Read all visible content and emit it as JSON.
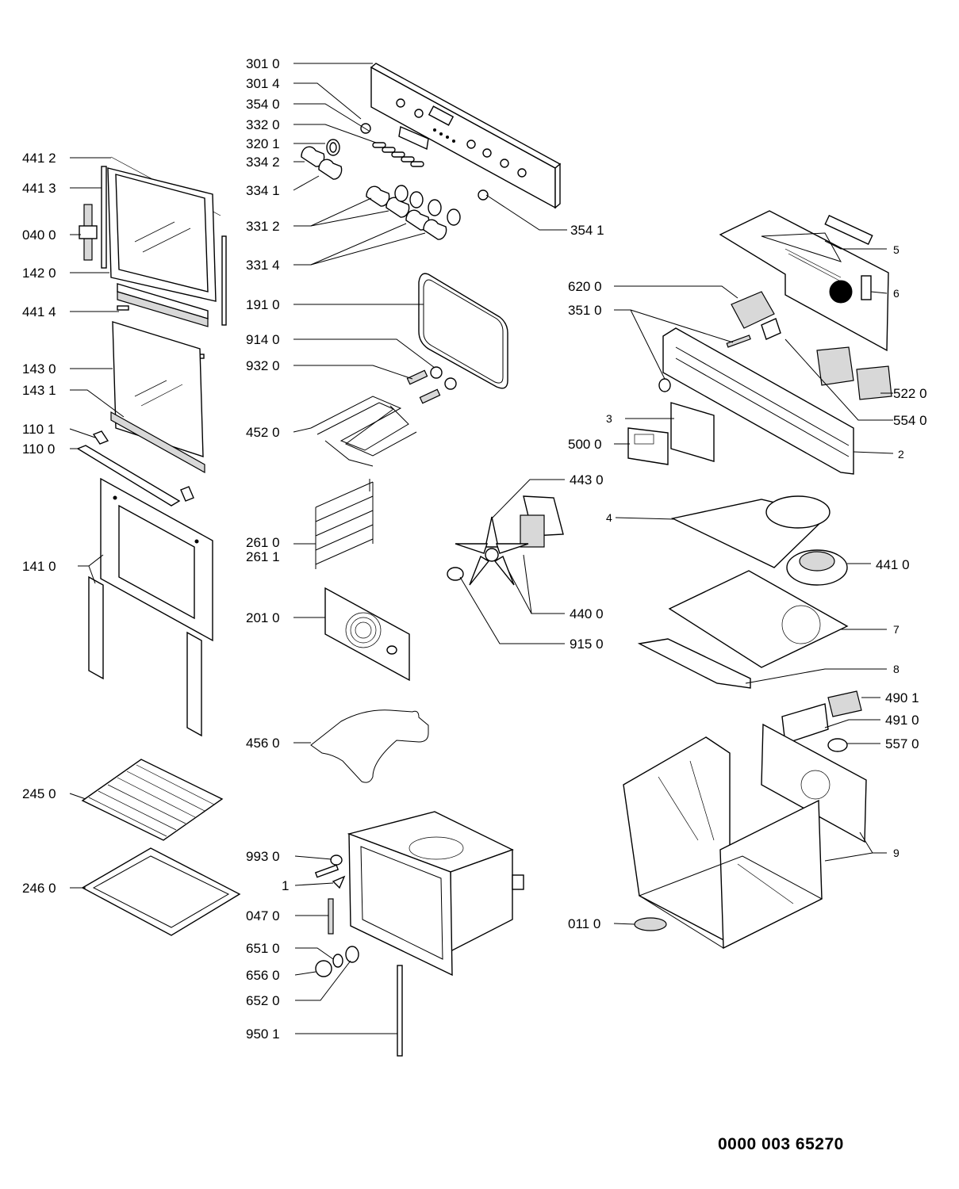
{
  "document_number": "0000 003 65270",
  "callouts": [
    {
      "id": "c1",
      "label": "301 0"
    },
    {
      "id": "c2",
      "label": "301 4"
    },
    {
      "id": "c3",
      "label": "354 0"
    },
    {
      "id": "c4",
      "label": "332 0"
    },
    {
      "id": "c5",
      "label": "320 1"
    },
    {
      "id": "c6",
      "label": "334 2"
    },
    {
      "id": "c7",
      "label": "334 1"
    },
    {
      "id": "c8",
      "label": "331 2"
    },
    {
      "id": "c9",
      "label": "331 4"
    },
    {
      "id": "c10",
      "label": "354 1"
    },
    {
      "id": "c11",
      "label": "441 2"
    },
    {
      "id": "c12",
      "label": "441 3"
    },
    {
      "id": "c13",
      "label": "040 0"
    },
    {
      "id": "c14",
      "label": "142 0"
    },
    {
      "id": "c15",
      "label": "441 4"
    },
    {
      "id": "c16",
      "label": "143 0"
    },
    {
      "id": "c17",
      "label": "143 1"
    },
    {
      "id": "c18",
      "label": "110 1"
    },
    {
      "id": "c19",
      "label": "110 0"
    },
    {
      "id": "c20",
      "label": "141 0"
    },
    {
      "id": "c21",
      "label": "191 0"
    },
    {
      "id": "c22",
      "label": "914 0"
    },
    {
      "id": "c23",
      "label": "932 0"
    },
    {
      "id": "c24",
      "label": "452 0"
    },
    {
      "id": "c25",
      "label": "261 0"
    },
    {
      "id": "c26",
      "label": "261 1"
    },
    {
      "id": "c27",
      "label": "201 0"
    },
    {
      "id": "c28",
      "label": "456 0"
    },
    {
      "id": "c29",
      "label": "245 0"
    },
    {
      "id": "c30",
      "label": "246 0"
    },
    {
      "id": "c31",
      "label": "993 0"
    },
    {
      "id": "c32",
      "label": "1"
    },
    {
      "id": "c33",
      "label": "047 0"
    },
    {
      "id": "c34",
      "label": "651 0"
    },
    {
      "id": "c35",
      "label": "656 0"
    },
    {
      "id": "c36",
      "label": "652 0"
    },
    {
      "id": "c37",
      "label": "950 1"
    },
    {
      "id": "c38",
      "label": "5"
    },
    {
      "id": "c39",
      "label": "620 0"
    },
    {
      "id": "c40",
      "label": "6"
    },
    {
      "id": "c41",
      "label": "351 0"
    },
    {
      "id": "c42",
      "label": "522 0"
    },
    {
      "id": "c43",
      "label": "554 0"
    },
    {
      "id": "c44",
      "label": "3"
    },
    {
      "id": "c45",
      "label": "500 0"
    },
    {
      "id": "c46",
      "label": "2"
    },
    {
      "id": "c47",
      "label": "443 0"
    },
    {
      "id": "c48",
      "label": "4"
    },
    {
      "id": "c49",
      "label": "441 0"
    },
    {
      "id": "c50",
      "label": "440 0"
    },
    {
      "id": "c51",
      "label": "7"
    },
    {
      "id": "c52",
      "label": "915 0"
    },
    {
      "id": "c53",
      "label": "8"
    },
    {
      "id": "c54",
      "label": "490 1"
    },
    {
      "id": "c55",
      "label": "491 0"
    },
    {
      "id": "c56",
      "label": "557 0"
    },
    {
      "id": "c57",
      "label": "9"
    },
    {
      "id": "c58",
      "label": "011 0"
    }
  ]
}
